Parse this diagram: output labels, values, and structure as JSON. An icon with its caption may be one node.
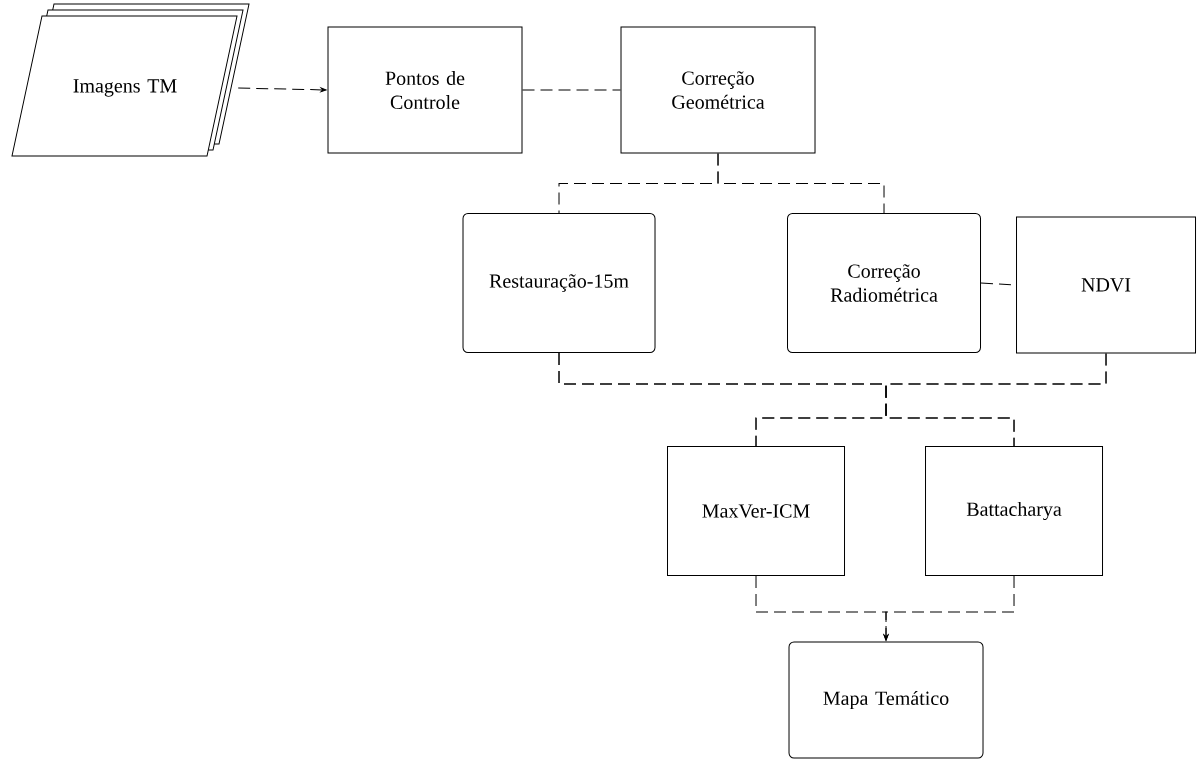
{
  "diagram": {
    "nodes": [
      {
        "text": [
          "Imagens TM"
        ]
      },
      {
        "text": [
          "Pontos de Controle"
        ]
      },
      {
        "text": [
          "Correção Geométrica"
        ]
      },
      {
        "text": [
          "Restauração-15m"
        ]
      },
      {
        "text": [
          "Correção Radiométrica"
        ]
      },
      {
        "text": [
          "NDVI"
        ]
      },
      {
        "text": [
          "MaxVer-ICM"
        ]
      },
      {
        "text": [
          "Battacharya"
        ]
      },
      {
        "text": [
          "Mapa Temático"
        ]
      }
    ],
    "edges": [
      {
        "from": 0,
        "to": 1,
        "arrow": "to",
        "style": "dashed"
      },
      {
        "from": 1,
        "to": 2,
        "arrow": "none",
        "style": "dashed"
      },
      {
        "from": 2,
        "to": 3,
        "arrow": "none",
        "style": "dashed"
      },
      {
        "from": 2,
        "to": 4,
        "arrow": "none",
        "style": "dashed"
      },
      {
        "from": 4,
        "to": 5,
        "arrow": "none",
        "style": "dashed"
      },
      {
        "from": 3,
        "to": 6,
        "arrow": "none",
        "style": "dashed"
      },
      {
        "from": 3,
        "to": 7,
        "arrow": "none",
        "style": "dashed"
      },
      {
        "from": 5,
        "to": 6,
        "arrow": "none",
        "style": "dashed"
      },
      {
        "from": 5,
        "to": 7,
        "arrow": "none",
        "style": "dashed"
      },
      {
        "from": 6,
        "to": 8,
        "arrow": "to",
        "style": "dashed"
      },
      {
        "from": 7,
        "to": 8,
        "arrow": "to",
        "style": "dashed"
      }
    ]
  }
}
